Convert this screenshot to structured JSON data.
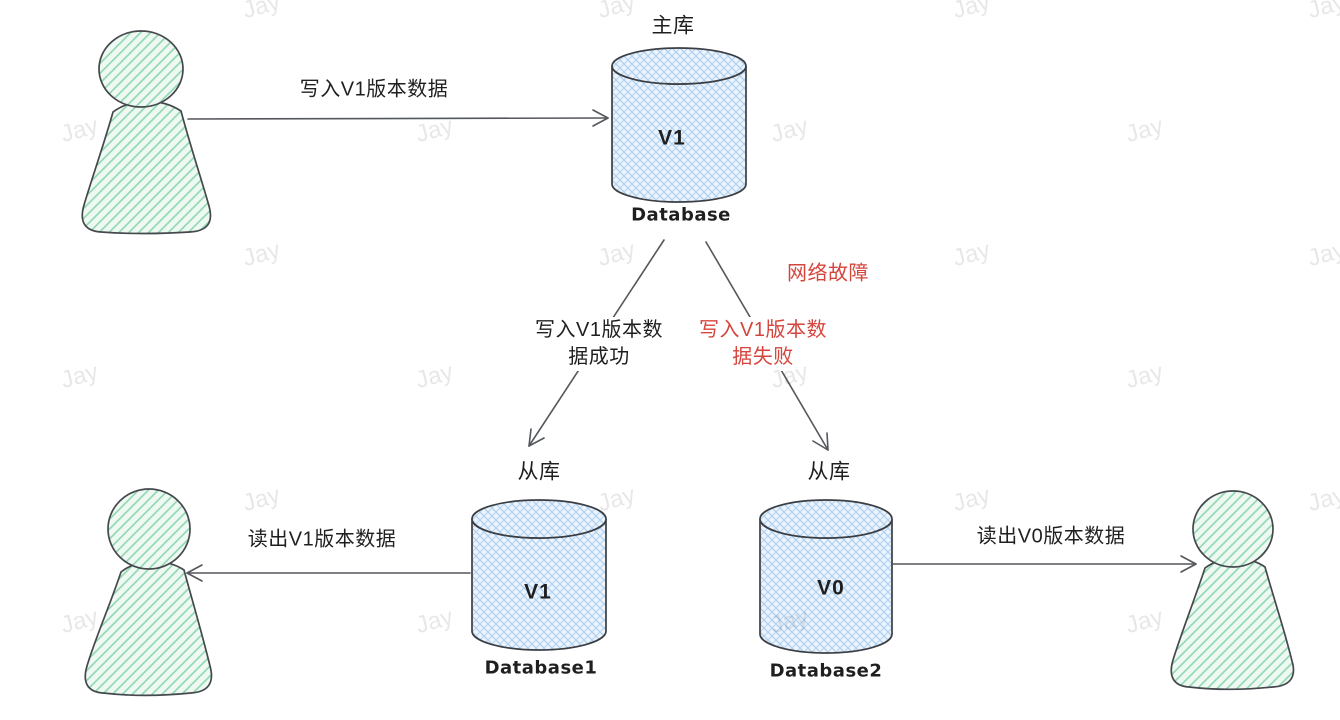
{
  "watermark": {
    "text": "Jay"
  },
  "colors": {
    "shape_stroke": "#45484d",
    "arrow_stroke": "#54575c",
    "text": "#1f1f1f",
    "alert_red": "#d6453d",
    "db_fill_line": "#a6c9ec",
    "db_fill_bg": "#ebf3fc",
    "actor_fill_line": "#89d4aa",
    "actor_fill_bg": "#edf9f2"
  },
  "nodes": {
    "master": {
      "title": "主库",
      "value": "V1",
      "caption": "Database"
    },
    "slave1": {
      "title": "从库",
      "value": "V1",
      "caption": "Database1"
    },
    "slave2": {
      "title": "从库",
      "value": "V0",
      "caption": "Database2"
    }
  },
  "edges": {
    "write_master": {
      "label": "写入V1版本数据"
    },
    "replicate_ok": {
      "label": "写入V1版本数\n据成功"
    },
    "replicate_fail": {
      "label": "写入V1版本数\n据失败",
      "annotation": "网络故障"
    },
    "read_slave1": {
      "label": "读出V1版本数据"
    },
    "read_slave2": {
      "label": "读出V0版本数据"
    }
  }
}
